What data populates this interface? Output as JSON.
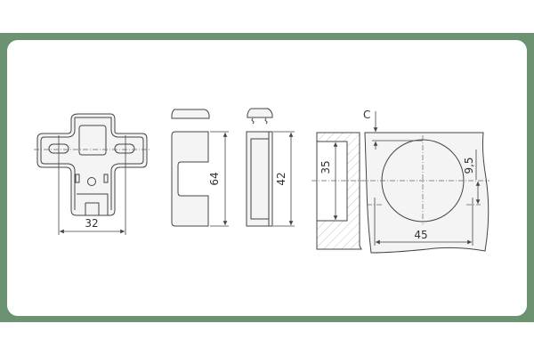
{
  "dimensions": {
    "plate_width": "32",
    "part_height": "64",
    "part2_height": "42",
    "cup_depth": "35",
    "hole_spacing": "45",
    "offset": "9,5",
    "distance_label": "C"
  },
  "colors": {
    "frame": "#6b9371",
    "line": "#444444",
    "fill": "#f4f4f4"
  }
}
